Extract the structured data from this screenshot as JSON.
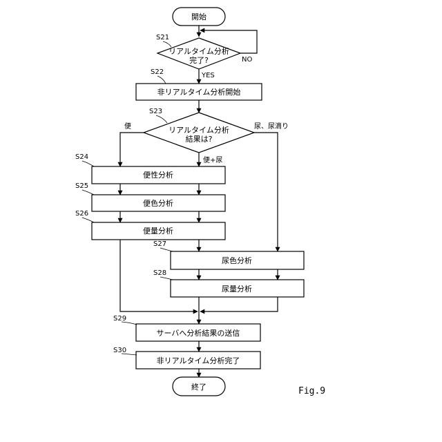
{
  "nodes": {
    "start": "開始",
    "s21_line1": "リアルタイム分析",
    "s21_line2": "完了?",
    "s22": "非リアルタイム分析開始",
    "s23_line1": "リアルタイム分析",
    "s23_line2": "結果は?",
    "s24": "便性分析",
    "s25": "便色分析",
    "s26": "便量分析",
    "s27": "尿色分析",
    "s28": "尿量分析",
    "s29": "サーバへ分析結果の送信",
    "s30": "非リアルタイム分析完了",
    "end": "終了"
  },
  "steps": {
    "s21": "S21",
    "s22": "S22",
    "s23": "S23",
    "s24": "S24",
    "s25": "S25",
    "s26": "S26",
    "s27": "S27",
    "s28": "S28",
    "s29": "S29",
    "s30": "S30"
  },
  "branches": {
    "no": "NO",
    "yes": "YES",
    "stool": "便",
    "both": "便+尿",
    "urine": "尿、尿滴り"
  },
  "figure_label": "Fig.9"
}
